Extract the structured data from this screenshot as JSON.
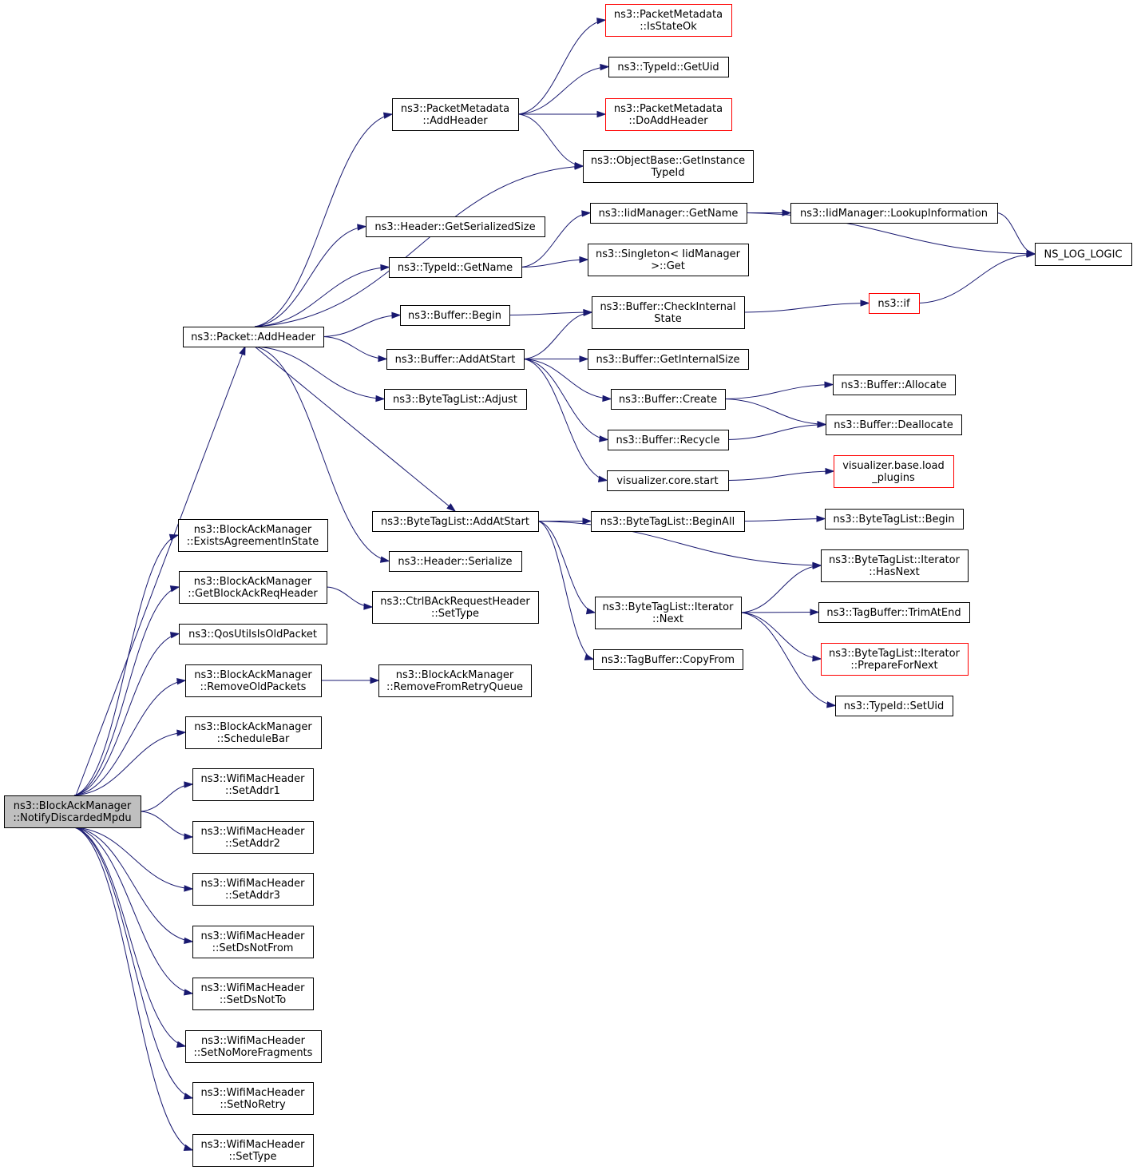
{
  "nodes": {
    "notify": {
      "lines": [
        "ns3::BlockAckManager",
        "::NotifyDiscardedMpdu"
      ],
      "root": true
    },
    "pktAddHeader": {
      "lines": [
        "ns3::Packet::AddHeader"
      ]
    },
    "existsAgreement": {
      "lines": [
        "ns3::BlockAckManager",
        "::ExistsAgreementInState"
      ]
    },
    "getBarHeader": {
      "lines": [
        "ns3::BlockAckManager",
        "::GetBlockAckReqHeader"
      ]
    },
    "qosOld": {
      "lines": [
        "ns3::QosUtilsIsOldPacket"
      ]
    },
    "removeOld": {
      "lines": [
        "ns3::BlockAckManager",
        "::RemoveOldPackets"
      ]
    },
    "scheduleBar": {
      "lines": [
        "ns3::BlockAckManager",
        "::ScheduleBar"
      ]
    },
    "setAddr1": {
      "lines": [
        "ns3::WifiMacHeader",
        "::SetAddr1"
      ]
    },
    "setAddr2": {
      "lines": [
        "ns3::WifiMacHeader",
        "::SetAddr2"
      ]
    },
    "setAddr3": {
      "lines": [
        "ns3::WifiMacHeader",
        "::SetAddr3"
      ]
    },
    "setDsNotFrom": {
      "lines": [
        "ns3::WifiMacHeader",
        "::SetDsNotFrom"
      ]
    },
    "setDsNotTo": {
      "lines": [
        "ns3::WifiMacHeader",
        "::SetDsNotTo"
      ]
    },
    "setNoMoreFrag": {
      "lines": [
        "ns3::WifiMacHeader",
        "::SetNoMoreFragments"
      ]
    },
    "setNoRetry": {
      "lines": [
        "ns3::WifiMacHeader",
        "::SetNoRetry"
      ]
    },
    "setType": {
      "lines": [
        "ns3::WifiMacHeader",
        "::SetType"
      ]
    },
    "pmAddHeader": {
      "lines": [
        "ns3::PacketMetadata",
        "::AddHeader"
      ]
    },
    "hdrGetSerSize": {
      "lines": [
        "ns3::Header::GetSerializedSize"
      ]
    },
    "tidGetName": {
      "lines": [
        "ns3::TypeId::GetName"
      ]
    },
    "bufBegin": {
      "lines": [
        "ns3::Buffer::Begin"
      ]
    },
    "bufAddAtStart": {
      "lines": [
        "ns3::Buffer::AddAtStart"
      ]
    },
    "btlAdjust": {
      "lines": [
        "ns3::ByteTagList::Adjust"
      ]
    },
    "btlAddAtStart": {
      "lines": [
        "ns3::ByteTagList::AddAtStart"
      ]
    },
    "hdrSerialize": {
      "lines": [
        "ns3::Header::Serialize"
      ]
    },
    "ctrlSetType": {
      "lines": [
        "ns3::CtrlBAckRequestHeader",
        "::SetType"
      ]
    },
    "removeFromRetry": {
      "lines": [
        "ns3::BlockAckManager",
        "::RemoveFromRetryQueue"
      ]
    },
    "pmIsStateOk": {
      "lines": [
        "ns3::PacketMetadata",
        "::IsStateOk"
      ],
      "red": true
    },
    "tidGetUid": {
      "lines": [
        "ns3::TypeId::GetUid"
      ]
    },
    "pmDoAddHeader": {
      "lines": [
        "ns3::PacketMetadata",
        "::DoAddHeader"
      ],
      "red": true
    },
    "objGetInstTid": {
      "lines": [
        "ns3::ObjectBase::GetInstance",
        "TypeId"
      ]
    },
    "iidGetName": {
      "lines": [
        "ns3::IidManager::GetName"
      ]
    },
    "singletonGet": {
      "lines": [
        "ns3::Singleton< IidManager",
        ">::Get"
      ]
    },
    "bufCheckInternal": {
      "lines": [
        "ns3::Buffer::CheckInternal",
        "State"
      ]
    },
    "bufGetInternalSize": {
      "lines": [
        "ns3::Buffer::GetInternalSize"
      ]
    },
    "bufCreate": {
      "lines": [
        "ns3::Buffer::Create"
      ]
    },
    "bufRecycle": {
      "lines": [
        "ns3::Buffer::Recycle"
      ]
    },
    "vizCoreStart": {
      "lines": [
        "visualizer.core.start"
      ]
    },
    "btlBeginAll": {
      "lines": [
        "ns3::ByteTagList::BeginAll"
      ]
    },
    "btlIterNext": {
      "lines": [
        "ns3::ByteTagList::Iterator",
        "::Next"
      ]
    },
    "tagBufCopyFrom": {
      "lines": [
        "ns3::TagBuffer::CopyFrom"
      ]
    },
    "iidLookup": {
      "lines": [
        "ns3::IidManager::LookupInformation"
      ]
    },
    "nsLogLogic": {
      "lines": [
        "NS_LOG_LOGIC"
      ]
    },
    "ns3if": {
      "lines": [
        "ns3::if"
      ],
      "red": true
    },
    "bufAllocate": {
      "lines": [
        "ns3::Buffer::Allocate"
      ]
    },
    "bufDeallocate": {
      "lines": [
        "ns3::Buffer::Deallocate"
      ]
    },
    "vizLoadPlugins": {
      "lines": [
        "visualizer.base.load",
        "_plugins"
      ],
      "red": true
    },
    "btlBegin": {
      "lines": [
        "ns3::ByteTagList::Begin"
      ]
    },
    "btlIterHasNext": {
      "lines": [
        "ns3::ByteTagList::Iterator",
        "::HasNext"
      ]
    },
    "tagBufTrimAtEnd": {
      "lines": [
        "ns3::TagBuffer::TrimAtEnd"
      ]
    },
    "btlIterPrepare": {
      "lines": [
        "ns3::ByteTagList::Iterator",
        "::PrepareForNext"
      ],
      "red": true
    },
    "tidSetUid": {
      "lines": [
        "ns3::TypeId::SetUid"
      ]
    }
  },
  "edges": [
    {
      "from": "notify",
      "to": "pktAddHeader"
    },
    {
      "from": "notify",
      "to": "existsAgreement"
    },
    {
      "from": "notify",
      "to": "getBarHeader"
    },
    {
      "from": "notify",
      "to": "qosOld"
    },
    {
      "from": "notify",
      "to": "removeOld"
    },
    {
      "from": "notify",
      "to": "scheduleBar"
    },
    {
      "from": "notify",
      "to": "setAddr1"
    },
    {
      "from": "notify",
      "to": "setAddr2"
    },
    {
      "from": "notify",
      "to": "setAddr3"
    },
    {
      "from": "notify",
      "to": "setDsNotFrom"
    },
    {
      "from": "notify",
      "to": "setDsNotTo"
    },
    {
      "from": "notify",
      "to": "setNoMoreFrag"
    },
    {
      "from": "notify",
      "to": "setNoRetry"
    },
    {
      "from": "notify",
      "to": "setType"
    },
    {
      "from": "pktAddHeader",
      "to": "pmAddHeader"
    },
    {
      "from": "pktAddHeader",
      "to": "objGetInstTid"
    },
    {
      "from": "pktAddHeader",
      "to": "hdrGetSerSize"
    },
    {
      "from": "pktAddHeader",
      "to": "tidGetName"
    },
    {
      "from": "pktAddHeader",
      "to": "bufBegin"
    },
    {
      "from": "pktAddHeader",
      "to": "bufAddAtStart"
    },
    {
      "from": "pktAddHeader",
      "to": "btlAdjust"
    },
    {
      "from": "pktAddHeader",
      "to": "btlAddAtStart"
    },
    {
      "from": "pktAddHeader",
      "to": "hdrSerialize"
    },
    {
      "from": "getBarHeader",
      "to": "ctrlSetType"
    },
    {
      "from": "removeOld",
      "to": "removeFromRetry"
    },
    {
      "from": "pmAddHeader",
      "to": "pmIsStateOk"
    },
    {
      "from": "pmAddHeader",
      "to": "tidGetUid"
    },
    {
      "from": "pmAddHeader",
      "to": "pmDoAddHeader"
    },
    {
      "from": "pmAddHeader",
      "to": "objGetInstTid"
    },
    {
      "from": "tidGetName",
      "to": "iidGetName"
    },
    {
      "from": "tidGetName",
      "to": "singletonGet"
    },
    {
      "from": "iidGetName",
      "to": "iidLookup"
    },
    {
      "from": "iidGetName",
      "to": "nsLogLogic"
    },
    {
      "from": "iidLookup",
      "to": "nsLogLogic"
    },
    {
      "from": "bufBegin",
      "to": "bufCheckInternal"
    },
    {
      "from": "bufAddAtStart",
      "to": "bufCheckInternal"
    },
    {
      "from": "bufAddAtStart",
      "to": "bufGetInternalSize"
    },
    {
      "from": "bufAddAtStart",
      "to": "bufCreate"
    },
    {
      "from": "bufAddAtStart",
      "to": "bufRecycle"
    },
    {
      "from": "bufAddAtStart",
      "to": "vizCoreStart"
    },
    {
      "from": "bufCheckInternal",
      "to": "ns3if"
    },
    {
      "from": "ns3if",
      "to": "nsLogLogic"
    },
    {
      "from": "bufCreate",
      "to": "bufAllocate"
    },
    {
      "from": "bufCreate",
      "to": "bufDeallocate"
    },
    {
      "from": "bufRecycle",
      "to": "bufDeallocate"
    },
    {
      "from": "vizCoreStart",
      "to": "vizLoadPlugins"
    },
    {
      "from": "btlAddAtStart",
      "to": "btlBeginAll"
    },
    {
      "from": "btlAddAtStart",
      "to": "btlIterHasNext"
    },
    {
      "from": "btlAddAtStart",
      "to": "btlIterNext"
    },
    {
      "from": "btlAddAtStart",
      "to": "tagBufCopyFrom"
    },
    {
      "from": "btlBeginAll",
      "to": "btlBegin"
    },
    {
      "from": "btlIterNext",
      "to": "btlIterHasNext"
    },
    {
      "from": "btlIterNext",
      "to": "tagBufTrimAtEnd"
    },
    {
      "from": "btlIterNext",
      "to": "btlIterPrepare"
    },
    {
      "from": "btlIterNext",
      "to": "tidSetUid"
    }
  ]
}
